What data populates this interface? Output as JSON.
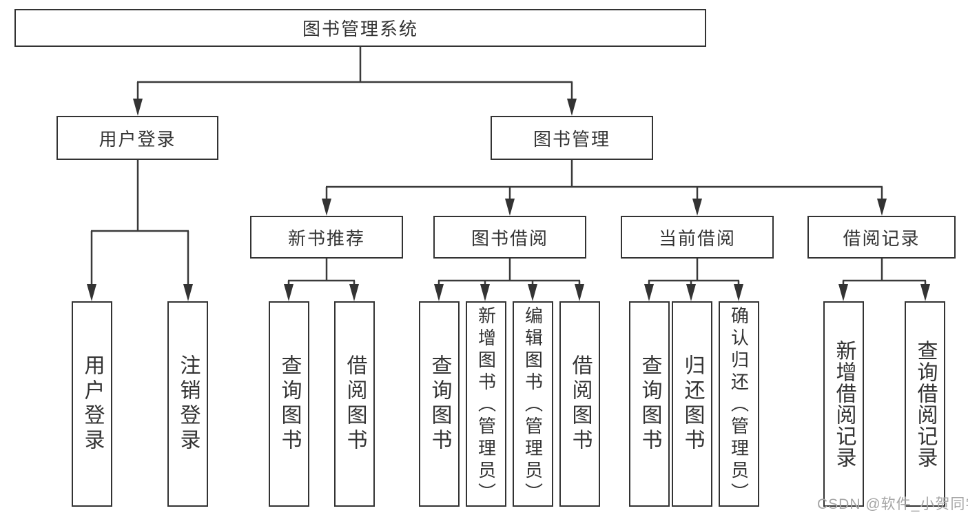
{
  "diagram_type": "hierarchy-tree",
  "tree": {
    "root": {
      "label": "图书管理系统",
      "children": [
        {
          "label": "用户登录",
          "children": [
            {
              "label": "用户登录"
            },
            {
              "label": "注销登录"
            }
          ]
        },
        {
          "label": "图书管理",
          "children": [
            {
              "label": "新书推荐",
              "children": [
                {
                  "label": "查询图书"
                },
                {
                  "label": "借阅图书"
                }
              ]
            },
            {
              "label": "图书借阅",
              "children": [
                {
                  "label": "查询图书"
                },
                {
                  "label": "新增图书（管理员）"
                },
                {
                  "label": "编辑图书（管理员）"
                },
                {
                  "label": "借阅图书"
                }
              ]
            },
            {
              "label": "当前借阅",
              "children": [
                {
                  "label": "查询图书"
                },
                {
                  "label": "归还图书"
                },
                {
                  "label": "确认归还（管理员）"
                }
              ]
            },
            {
              "label": "借阅记录",
              "children": [
                {
                  "label": "新增借阅记录"
                },
                {
                  "label": "查询借阅记录"
                }
              ]
            }
          ]
        }
      ]
    }
  },
  "watermark": {
    "text": "CSDN @软件_小贺同学"
  },
  "colors": {
    "background": "#ffffff",
    "box_border": "#333333",
    "box_fill": "#ffffff",
    "line": "#3a3a3a",
    "text": "#333333",
    "watermark": "#a6a6a6"
  }
}
